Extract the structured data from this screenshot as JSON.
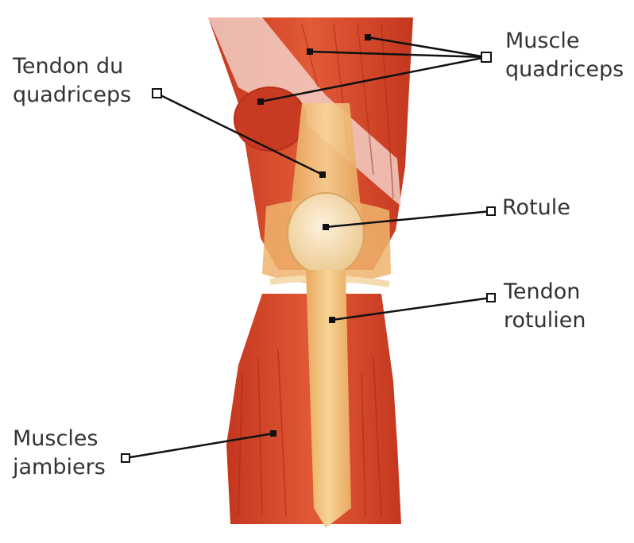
{
  "diagram": {
    "labels": {
      "quad_tendon": [
        "Tendon du",
        "quadriceps"
      ],
      "quad_muscle": [
        "Muscle",
        "quadriceps"
      ],
      "rotule": [
        "Rotule"
      ],
      "patellar_tendon": [
        "Tendon",
        "rotulien"
      ],
      "leg_muscles": [
        "Muscles",
        "jambiers"
      ]
    },
    "colors": {
      "muscle": "#d9452a",
      "muscle_dark": "#b8301d",
      "tendon": "#f2c27a",
      "bone": "#f6e3c4",
      "fascia": "#f4d6cf",
      "leader": "#111111",
      "text": "#333333"
    }
  }
}
